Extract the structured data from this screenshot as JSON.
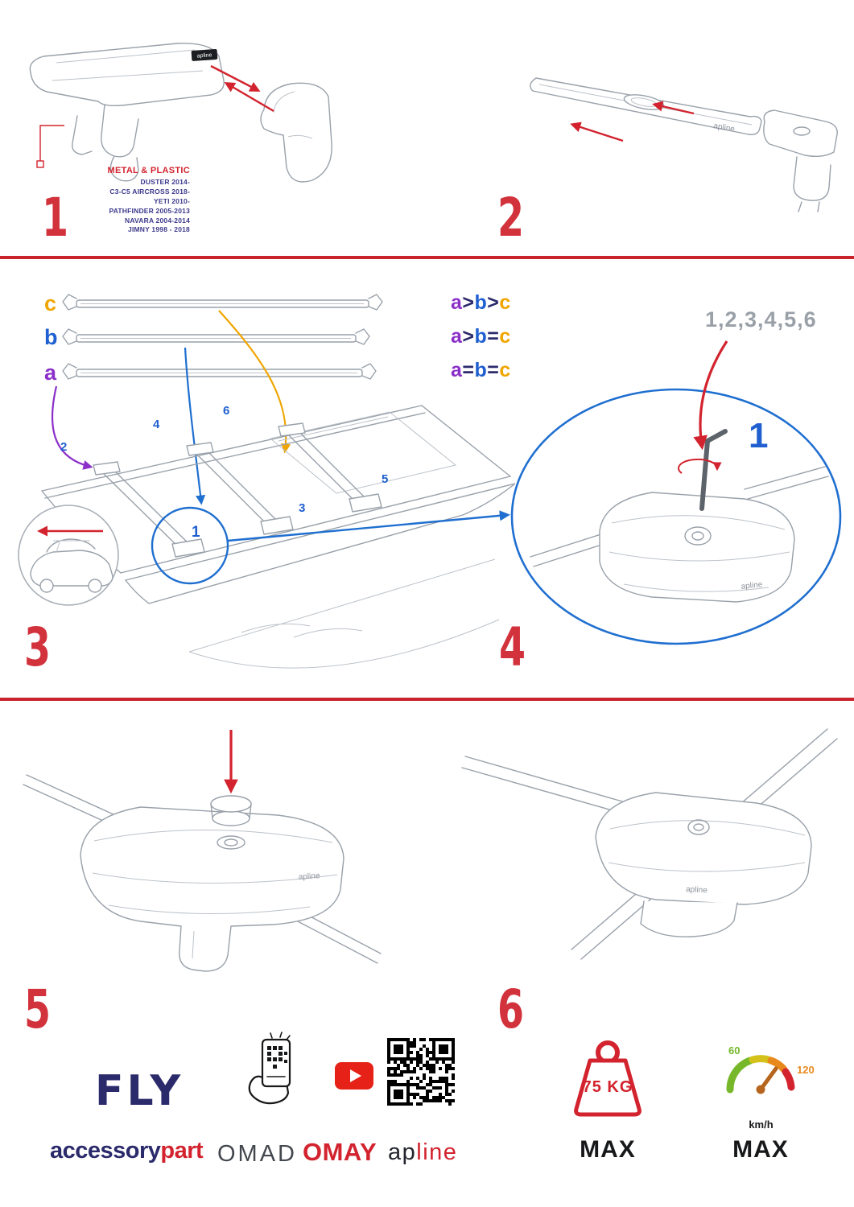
{
  "steps": {
    "one": {
      "number": "1",
      "material": "METAL & PLASTIC",
      "models": [
        "DUSTER 2014-",
        "C3-C5 AIRCROSS 2018-",
        "YETI 2010-",
        "PATHFINDER 2005-2013",
        "NAVARA 2004-2014",
        "JIMNY 1998 - 2018"
      ]
    },
    "two": {
      "number": "2"
    },
    "three": {
      "number": "3",
      "bar_labels": {
        "c": "c",
        "b": "b",
        "a": "a"
      },
      "formulas": [
        {
          "a": "a",
          "op1": ">",
          "b": "b",
          "op2": ">",
          "c": "c"
        },
        {
          "a": "a",
          "op1": ">",
          "b": "b",
          "op2": "=",
          "c": "c"
        },
        {
          "a": "a",
          "op1": "=",
          "b": "b",
          "op2": "=",
          "c": "c"
        }
      ],
      "positions": [
        "1",
        "2",
        "3",
        "4",
        "5",
        "6"
      ]
    },
    "four": {
      "number": "4",
      "sequence": "1,2,3,4,5,6",
      "callout": "1"
    },
    "five": {
      "number": "5"
    },
    "six": {
      "number": "6"
    }
  },
  "drawing": {
    "brand": "apline"
  },
  "footer": {
    "brands": {
      "fly": "FLY",
      "accessory": "accessory",
      "part": "part",
      "omad": "OMAD",
      "omay": "OMAY",
      "ap": "ap",
      "line": "line"
    },
    "weight": {
      "value": "75 KG",
      "max": "MAX"
    },
    "speed": {
      "low": "60",
      "high": "120",
      "unit": "km/h",
      "max": "MAX"
    }
  }
}
